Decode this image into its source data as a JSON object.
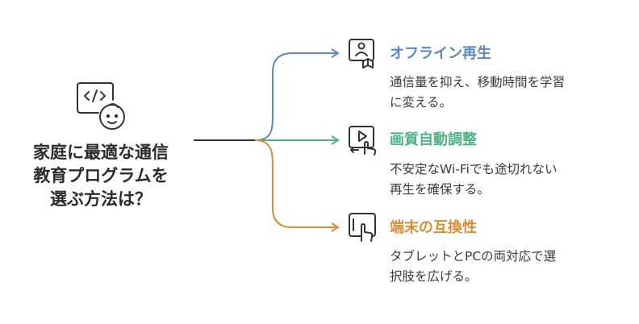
{
  "root": {
    "title": "家庭に最適な通信\n教育プログラムを\n選ぶ方法は？",
    "icon": "code-child-icon"
  },
  "branches": [
    {
      "title": "オフライン再生",
      "description": "通信量を抑え、移動時間を学習\nに変える。",
      "color": "#5a89c3",
      "icon": "teacher-book-icon"
    },
    {
      "title": "画質自動調整",
      "description": "不安定なWi-Fiでも途切れない\n再生を確保する。",
      "color": "#4db383",
      "icon": "video-adjust-icon"
    },
    {
      "title": "端末の互換性",
      "description": "タブレットとPCの両対応で選\n択肢を広げる。",
      "color": "#d98d35",
      "icon": "tablet-touch-icon"
    }
  ]
}
